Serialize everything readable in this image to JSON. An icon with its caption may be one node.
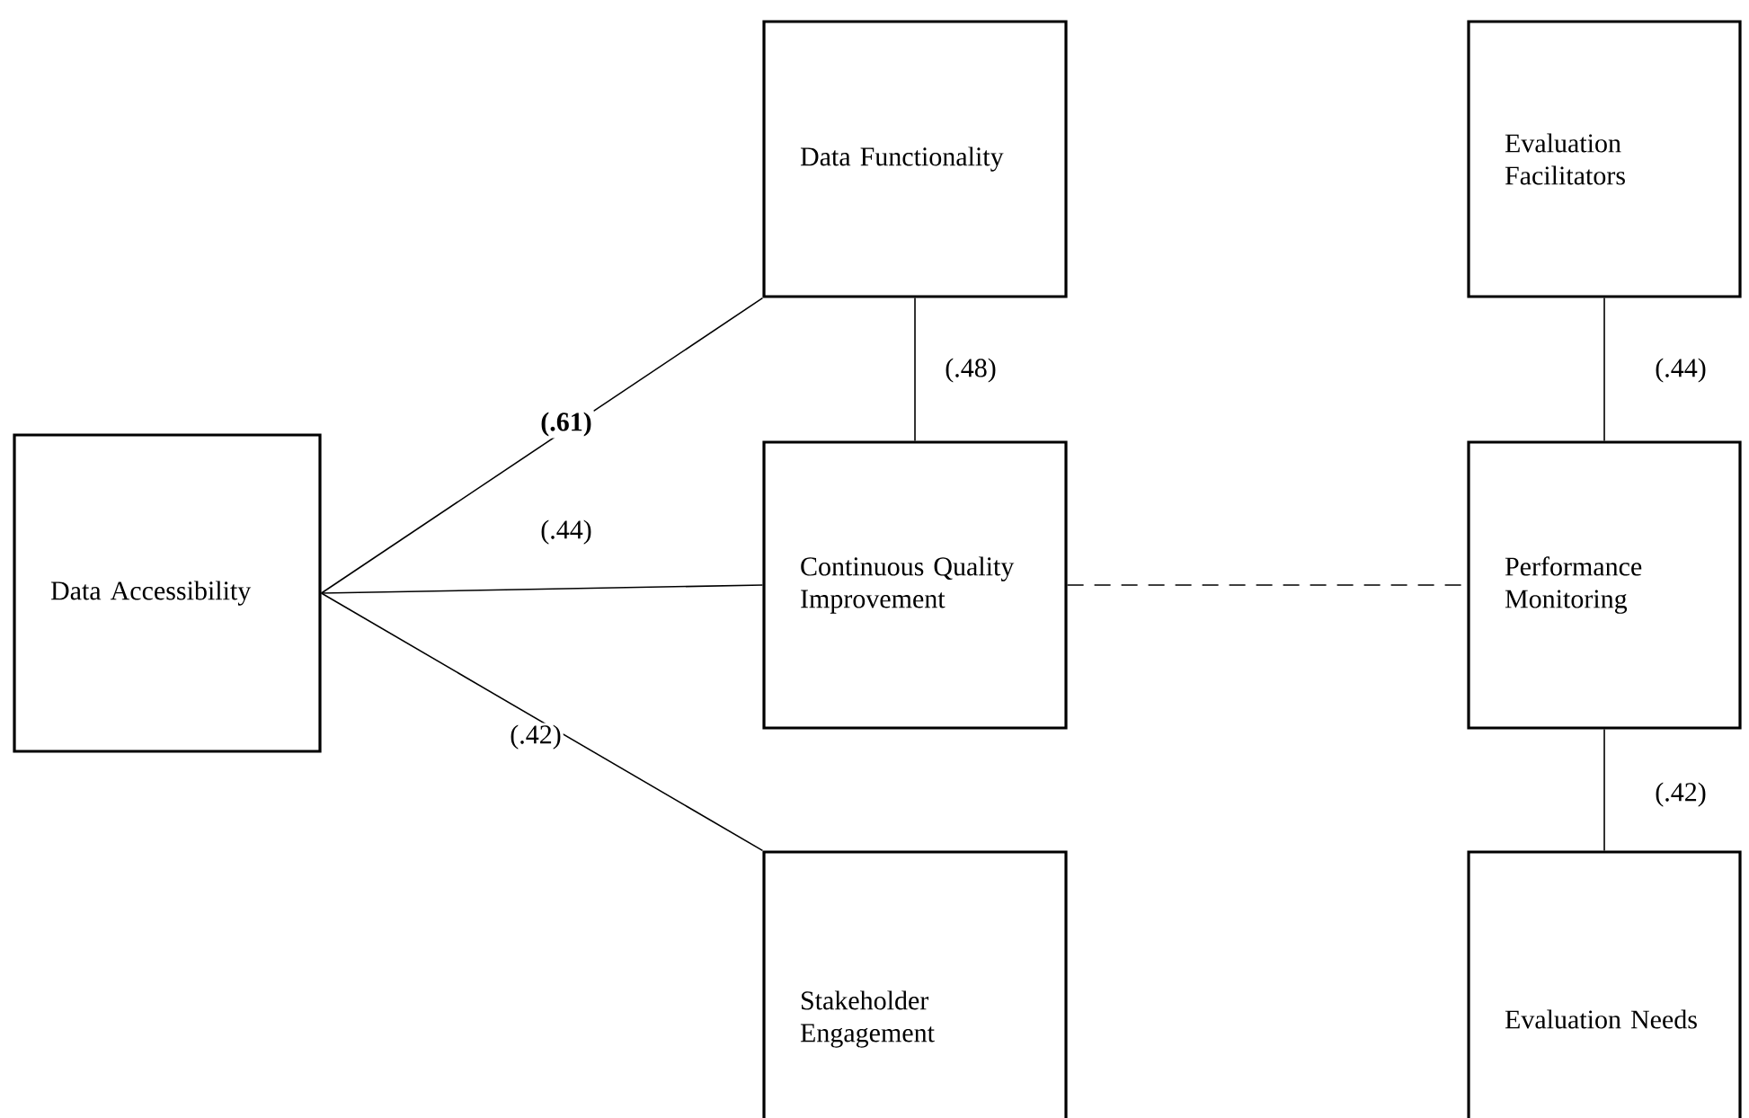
{
  "diagram": {
    "nodes": [
      {
        "text": [
          "Data Accessibility"
        ]
      },
      {
        "text": [
          "Data Functionality"
        ]
      },
      {
        "text": [
          "Continuous Quality Improvement"
        ]
      },
      {
        "text": [
          "Stakeholder Engagement"
        ]
      },
      {
        "text": [
          "Evaluation Facilitators"
        ]
      },
      {
        "text": [
          "Performance Monitoring"
        ]
      },
      {
        "text": [
          "Evaluation Needs"
        ]
      }
    ],
    "edges": [
      {
        "from": 0,
        "to": 1,
        "arrow": "none",
        "label": "(.61)"
      },
      {
        "from": 0,
        "to": 2,
        "arrow": "none",
        "label": "(.44)"
      },
      {
        "from": 0,
        "to": 3,
        "arrow": "none",
        "label": "(.42)"
      },
      {
        "from": 1,
        "to": 2,
        "arrow": "none",
        "label": "(.48)"
      },
      {
        "from": 2,
        "to": 5,
        "arrow": "none",
        "style": "dashed"
      },
      {
        "from": 4,
        "to": 5,
        "arrow": "none",
        "label": "(.44)"
      },
      {
        "from": 5,
        "to": 6,
        "arrow": "none",
        "label": "(.42)"
      }
    ]
  }
}
